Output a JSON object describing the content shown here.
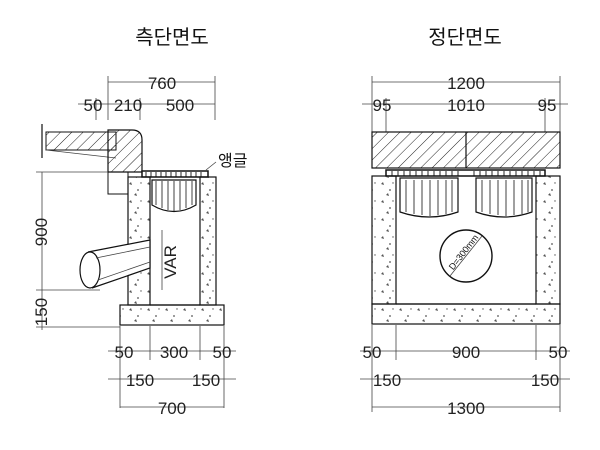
{
  "left": {
    "title": "측단면도",
    "dims_top": {
      "total": "760",
      "a": "50",
      "b": "210",
      "c": "500"
    },
    "label_angle": "앵글",
    "dims_left": {
      "height": "900",
      "base": "150"
    },
    "label_var": "VAR",
    "dims_bottom": {
      "row1_a": "50",
      "row1_b": "300",
      "row1_c": "50",
      "row2_a": "150",
      "row2_b": "150",
      "total": "700"
    }
  },
  "right": {
    "title": "정단면도",
    "dims_top": {
      "total": "1200",
      "a": "95",
      "b": "1010",
      "c": "95"
    },
    "label_pipe": "D=300mm",
    "dims_bottom": {
      "row1_a": "50",
      "row1_b": "900",
      "row1_c": "50",
      "row2_a": "150",
      "row2_b": "150",
      "total": "1300"
    }
  }
}
